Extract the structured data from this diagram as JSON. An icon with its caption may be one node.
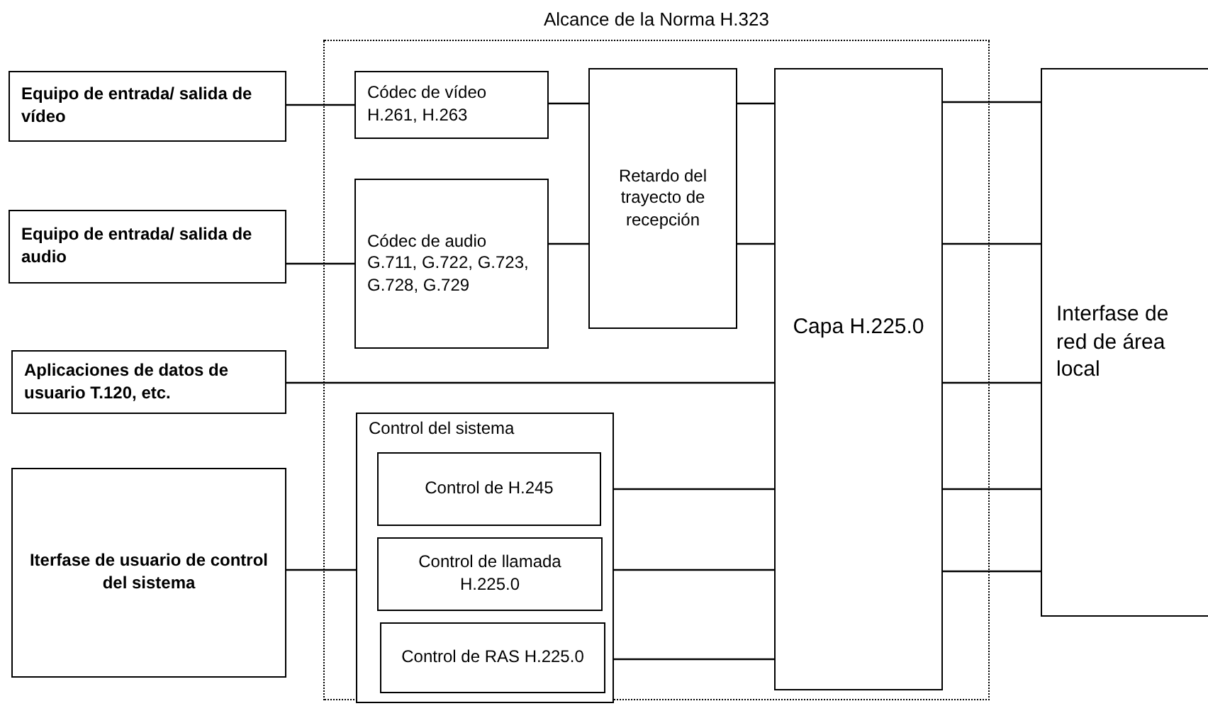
{
  "diagram": {
    "nodes": [
      {
        "text": [
          "Alcance de la Norma H.323"
        ]
      },
      {
        "text": [
          "Equipo de entrada/ salida de vídeo"
        ]
      },
      {
        "text": [
          "Equipo de entrada/ salida de audio"
        ]
      },
      {
        "text": [
          "Aplicaciones de datos de usuario T.120, etc."
        ]
      },
      {
        "text": [
          "Iterfase de usuario de control del sistema"
        ]
      },
      {
        "text": [
          "Códec de vídeo H.261, H.263"
        ],
        "in": 0
      },
      {
        "text": [
          "Códec de audio G.711, G.722, G.723, G.728, G.729"
        ],
        "in": 0
      },
      {
        "text": [
          "Retardo del trayecto de recepción"
        ],
        "in": 0
      },
      {
        "text": [
          "Capa H.225.0"
        ],
        "in": 0
      },
      {
        "text": [
          "Control del sistema"
        ],
        "in": 0
      },
      {
        "text": [
          "Control de H.245"
        ],
        "in": 9
      },
      {
        "text": [
          "Control de llamada H.225.0"
        ],
        "in": 9
      },
      {
        "text": [
          "Control de RAS H.225.0"
        ],
        "in": 9
      },
      {
        "text": [
          "Interfase de red de área local"
        ]
      }
    ],
    "edges": [
      {
        "from": 1,
        "to": 5,
        "arrow": "none"
      },
      {
        "from": 2,
        "to": 6,
        "arrow": "none"
      },
      {
        "from": 5,
        "to": 7,
        "arrow": "none"
      },
      {
        "from": 6,
        "to": 7,
        "arrow": "none"
      },
      {
        "from": 7,
        "to": 8,
        "arrow": "none"
      },
      {
        "from": 7,
        "to": 8,
        "arrow": "none"
      },
      {
        "from": 3,
        "to": 8,
        "arrow": "none"
      },
      {
        "from": 10,
        "to": 8,
        "arrow": "none"
      },
      {
        "from": 11,
        "to": 8,
        "arrow": "none"
      },
      {
        "from": 12,
        "to": 8,
        "arrow": "none"
      },
      {
        "from": 4,
        "to": 11,
        "arrow": "none"
      },
      {
        "from": 8,
        "to": 13,
        "arrow": "none"
      },
      {
        "from": 8,
        "to": 13,
        "arrow": "none"
      },
      {
        "from": 8,
        "to": 13,
        "arrow": "none"
      },
      {
        "from": 8,
        "to": 13,
        "arrow": "none"
      },
      {
        "from": 8,
        "to": 13,
        "arrow": "none"
      }
    ]
  }
}
